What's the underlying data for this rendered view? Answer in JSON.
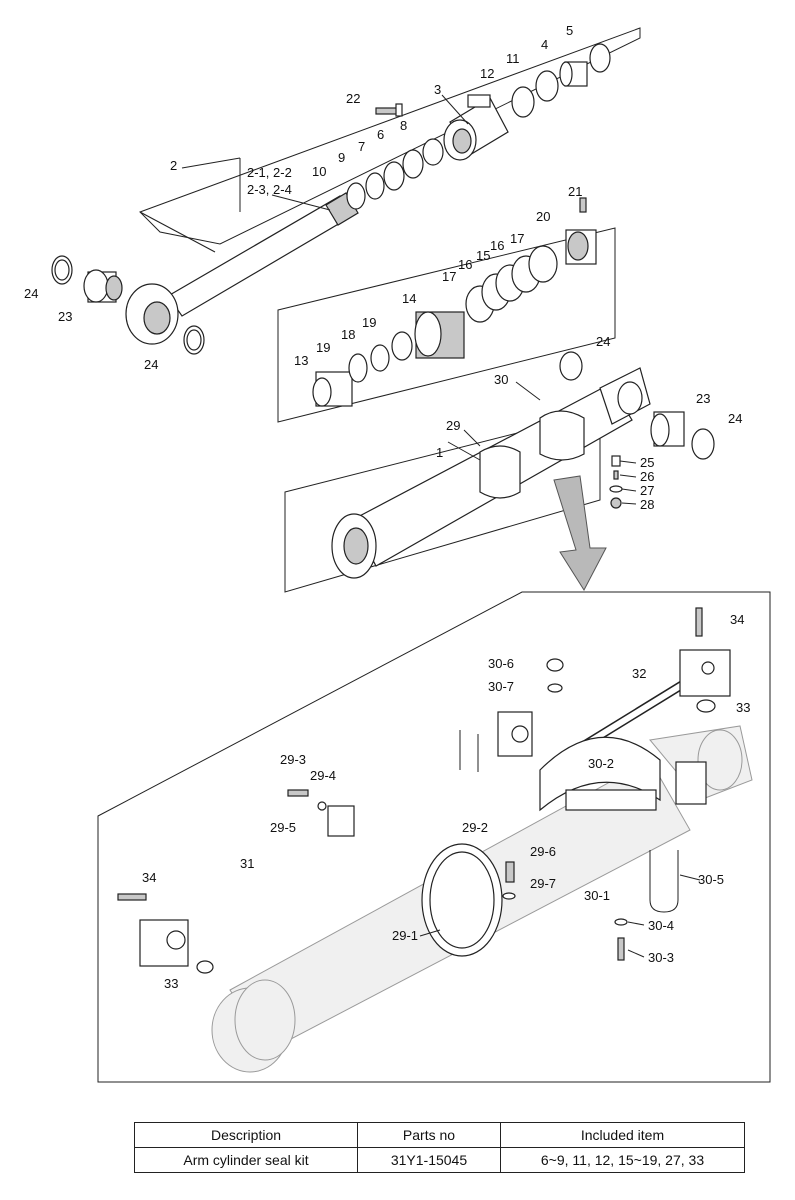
{
  "labels": {
    "l1": "1",
    "l2": "2",
    "l2a": "2-1, 2-2",
    "l2b": "2-3, 2-4",
    "l3": "3",
    "l4": "4",
    "l5": "5",
    "l6": "6",
    "l7": "7",
    "l8": "8",
    "l9": "9",
    "l10": "10",
    "l11": "11",
    "l12": "12",
    "l13": "13",
    "l14": "14",
    "l15": "15",
    "l16a": "16",
    "l16b": "16",
    "l17a": "17",
    "l17b": "17",
    "l18": "18",
    "l19a": "19",
    "l19b": "19",
    "l20": "20",
    "l21": "21",
    "l22": "22",
    "l23a": "23",
    "l23b": "23",
    "l24a": "24",
    "l24b": "24",
    "l24c": "24",
    "l24d": "24",
    "l25": "25",
    "l26": "26",
    "l27": "27",
    "l28": "28",
    "l29": "29",
    "l30": "30",
    "l29_1": "29-1",
    "l29_2": "29-2",
    "l29_3": "29-3",
    "l29_4": "29-4",
    "l29_5": "29-5",
    "l29_6": "29-6",
    "l29_7": "29-7",
    "l30_1": "30-1",
    "l30_2": "30-2",
    "l30_3": "30-3",
    "l30_4": "30-4",
    "l30_5": "30-5",
    "l30_6": "30-6",
    "l30_7": "30-7",
    "l31": "31",
    "l32": "32",
    "l33a": "33",
    "l33b": "33",
    "l34a": "34",
    "l34b": "34"
  },
  "table": {
    "headers": [
      "Description",
      "Parts no",
      "Included item"
    ],
    "row": [
      "Arm cylinder seal kit",
      "31Y1-15045",
      "6~9, 11, 12, 15~19, 27, 33"
    ]
  }
}
